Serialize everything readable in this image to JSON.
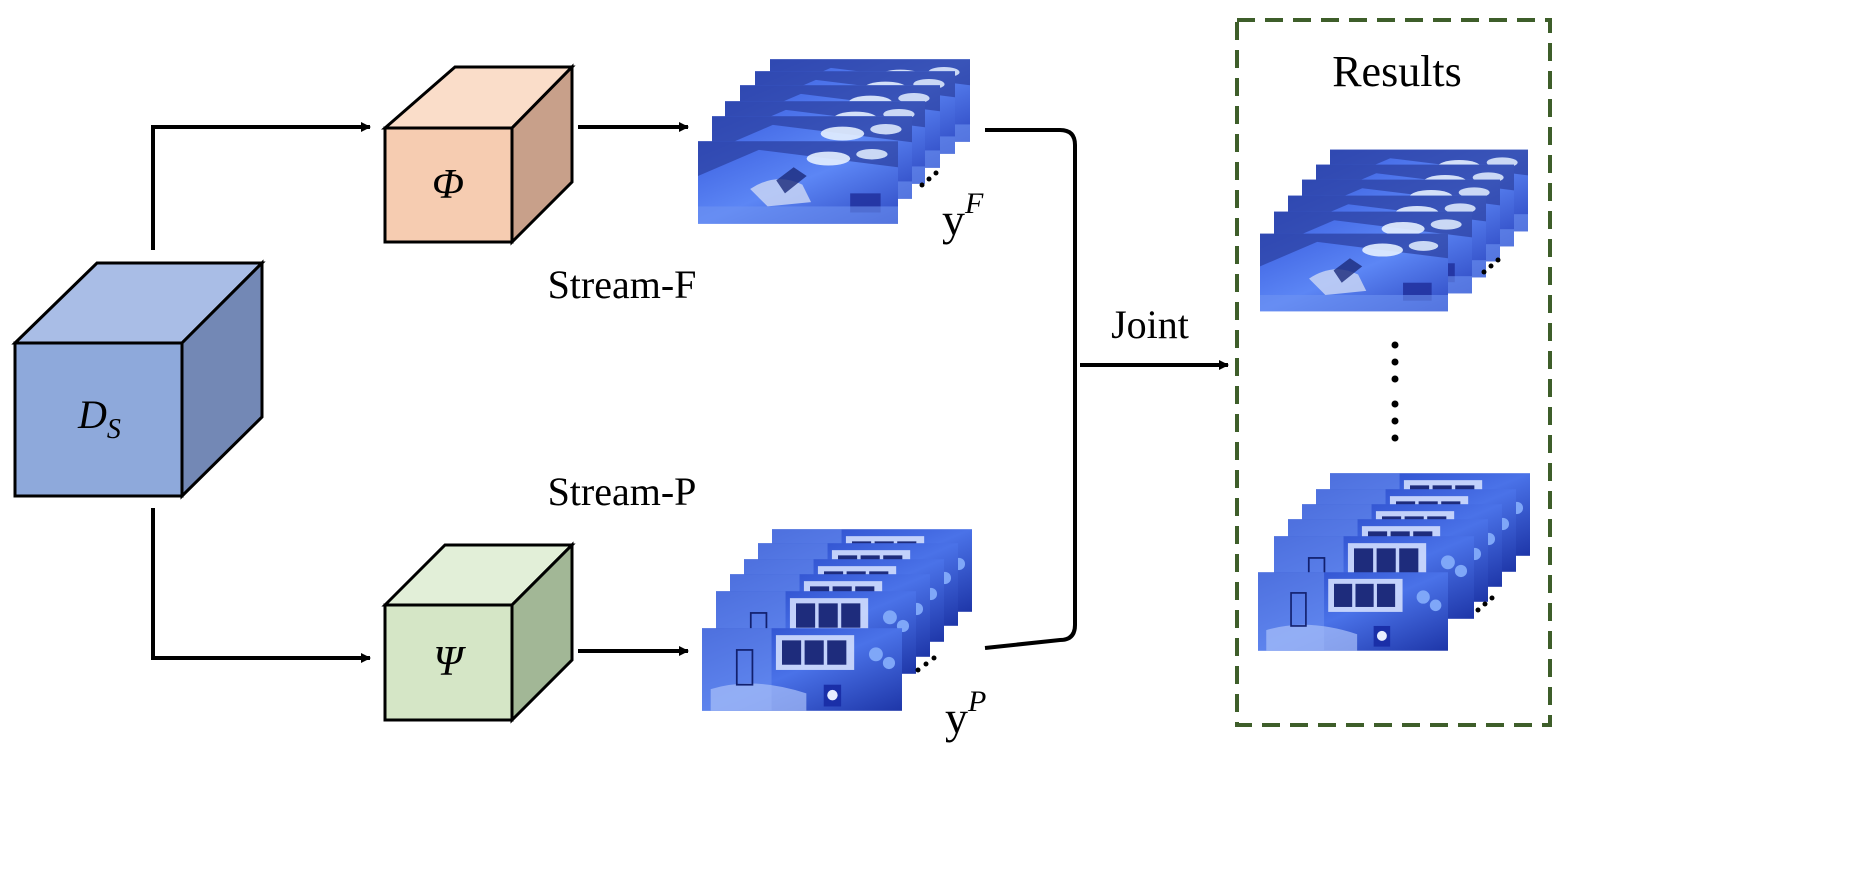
{
  "source_cube": {
    "label_main": "D",
    "label_sub": "S",
    "colors": {
      "front": "#8EA9DB",
      "top": "#A9BDE6",
      "side": "#7388B5"
    }
  },
  "stream_f": {
    "cube_label": "Φ",
    "stream_label": "Stream-F",
    "output_main": "y",
    "output_sup": "F",
    "colors": {
      "front": "#F6CCB1",
      "top": "#FADDC9",
      "side": "#C8A08A"
    }
  },
  "stream_p": {
    "cube_label": "Ψ",
    "stream_label": "Stream-P",
    "output_main": "y",
    "output_sup": "P",
    "colors": {
      "front": "#D5E6C6",
      "top": "#E2EFD8",
      "side": "#A2B796"
    }
  },
  "joint_label": "Joint",
  "results": {
    "title": "Results",
    "border_color": "#3E5E2A"
  },
  "icons": {
    "frame_stack": "video-frame-stack-icon",
    "ellipsis": "ellipsis-dots"
  }
}
